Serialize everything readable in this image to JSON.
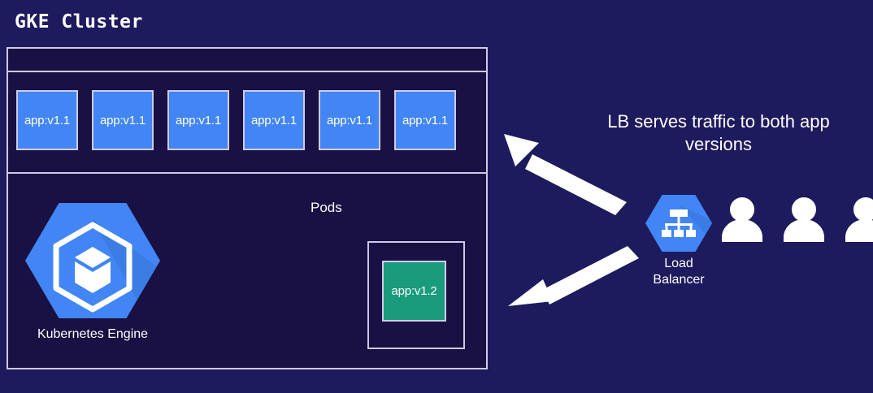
{
  "diagram": {
    "title": "GKE Cluster",
    "background_color": "#1e1a5e",
    "cluster": {
      "border_color": "#cdc9e6",
      "fill_color": "#191043",
      "pods_label": "Pods",
      "pods": [
        {
          "label": "app:v1.1",
          "color": "#4285f4"
        },
        {
          "label": "app:v1.1",
          "color": "#4285f4"
        },
        {
          "label": "app:v1.1",
          "color": "#4285f4"
        },
        {
          "label": "app:v1.1",
          "color": "#4285f4"
        },
        {
          "label": "app:v1.1",
          "color": "#4285f4"
        },
        {
          "label": "app:v1.1",
          "color": "#4285f4"
        }
      ],
      "new_pod": {
        "label": "app:v1.2",
        "color": "#199b7c"
      },
      "engine": {
        "caption": "Kubernetes Engine",
        "icon": "kubernetes-engine-hexagon-icon",
        "color": "#4285f4"
      }
    },
    "annotation": {
      "line1": "LB serves traffic to both app",
      "line2": "versions"
    },
    "load_balancer": {
      "caption_line1": "Load",
      "caption_line2": "Balancer",
      "icon": "load-balancer-hexagon-icon",
      "color": "#4285f4"
    },
    "users": [
      {
        "icon": "user-icon"
      },
      {
        "icon": "user-icon"
      },
      {
        "icon": "user-icon"
      }
    ],
    "arrows": [
      {
        "name": "arrow-to-pods-v1-1",
        "direction": "up-left",
        "color": "#ffffff"
      },
      {
        "name": "arrow-to-pod-v1-2",
        "direction": "down-left",
        "color": "#ffffff"
      }
    ]
  }
}
